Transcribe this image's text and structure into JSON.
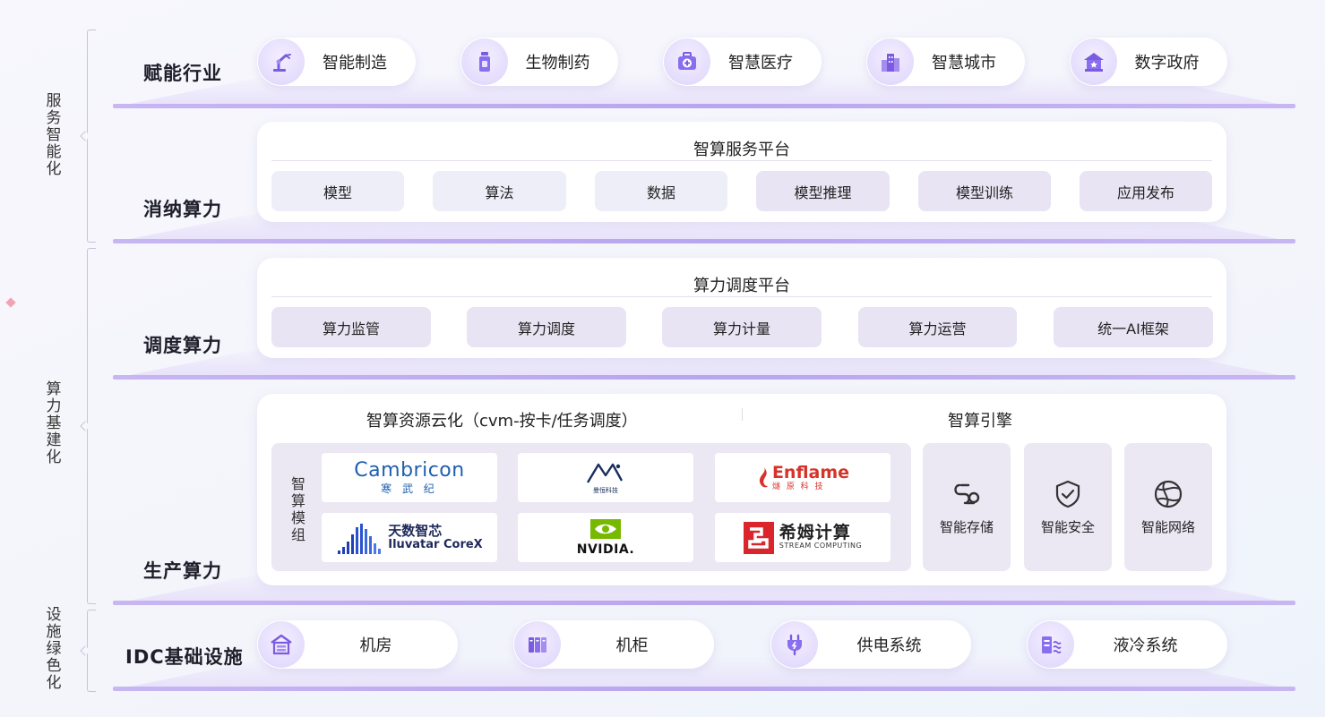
{
  "groups": [
    {
      "label": "服务智能化"
    },
    {
      "label": "算力基建化"
    },
    {
      "label": "设施绿色化"
    }
  ],
  "layers": {
    "empower": {
      "title": "赋能行业",
      "items": [
        {
          "label": "智能制造",
          "icon": "robot-arm-icon"
        },
        {
          "label": "生物制药",
          "icon": "medicine-bottle-icon"
        },
        {
          "label": "智慧医疗",
          "icon": "medical-kit-icon"
        },
        {
          "label": "智慧城市",
          "icon": "city-building-icon"
        },
        {
          "label": "数字政府",
          "icon": "government-building-icon"
        }
      ]
    },
    "consume": {
      "title": "消纳算力",
      "platform": "智算服务平台",
      "chips": [
        "模型",
        "算法",
        "数据",
        "模型推理",
        "模型训练",
        "应用发布"
      ]
    },
    "schedule": {
      "title": "调度算力",
      "platform": "算力调度平台",
      "chips": [
        "算力监管",
        "算力调度",
        "算力计量",
        "算力运营",
        "统一AI框架"
      ]
    },
    "produce": {
      "title": "生产算力",
      "cloud_title": "智算资源云化（cvm-按卡/任务调度）",
      "engine_title": "智算引擎",
      "module_label": "智算模组",
      "vendors": {
        "cambricon": {
          "name": "Cambricon",
          "cn": "寒 武 纪"
        },
        "moore": {
          "cn": "曼恒科技"
        },
        "enflame": {
          "name": "Enflame",
          "cn": "燧 原 科 技"
        },
        "iluvatar": {
          "cn": "天数智芯",
          "name": "Iluvatar CoreX"
        },
        "nvidia": {
          "name": "NVIDIA."
        },
        "stream": {
          "cn": "希姆计算",
          "name": "STREAM COMPUTING"
        }
      },
      "engines": [
        {
          "label": "智能存储",
          "icon": "storage-link-icon"
        },
        {
          "label": "智能安全",
          "icon": "shield-check-icon"
        },
        {
          "label": "智能网络",
          "icon": "globe-network-icon"
        }
      ]
    },
    "idc": {
      "title": "IDC基础设施",
      "items": [
        {
          "label": "机房",
          "icon": "server-room-icon"
        },
        {
          "label": "机柜",
          "icon": "cabinet-icon"
        },
        {
          "label": "供电系统",
          "icon": "power-plug-icon"
        },
        {
          "label": "液冷系统",
          "icon": "liquid-cooling-icon"
        }
      ]
    }
  },
  "colors": {
    "accent": "#7b5ce0",
    "plate_line": "#b9a5ee",
    "chip_light": "#eeeef8",
    "chip_dark": "#e8e4f3",
    "cambricon_blue": "#1f5fb0",
    "enflame_red": "#d6332a",
    "nvidia_green": "#76b900",
    "stream_red": "#d9252b",
    "iluvatar_blue": "#1e3fb8"
  }
}
